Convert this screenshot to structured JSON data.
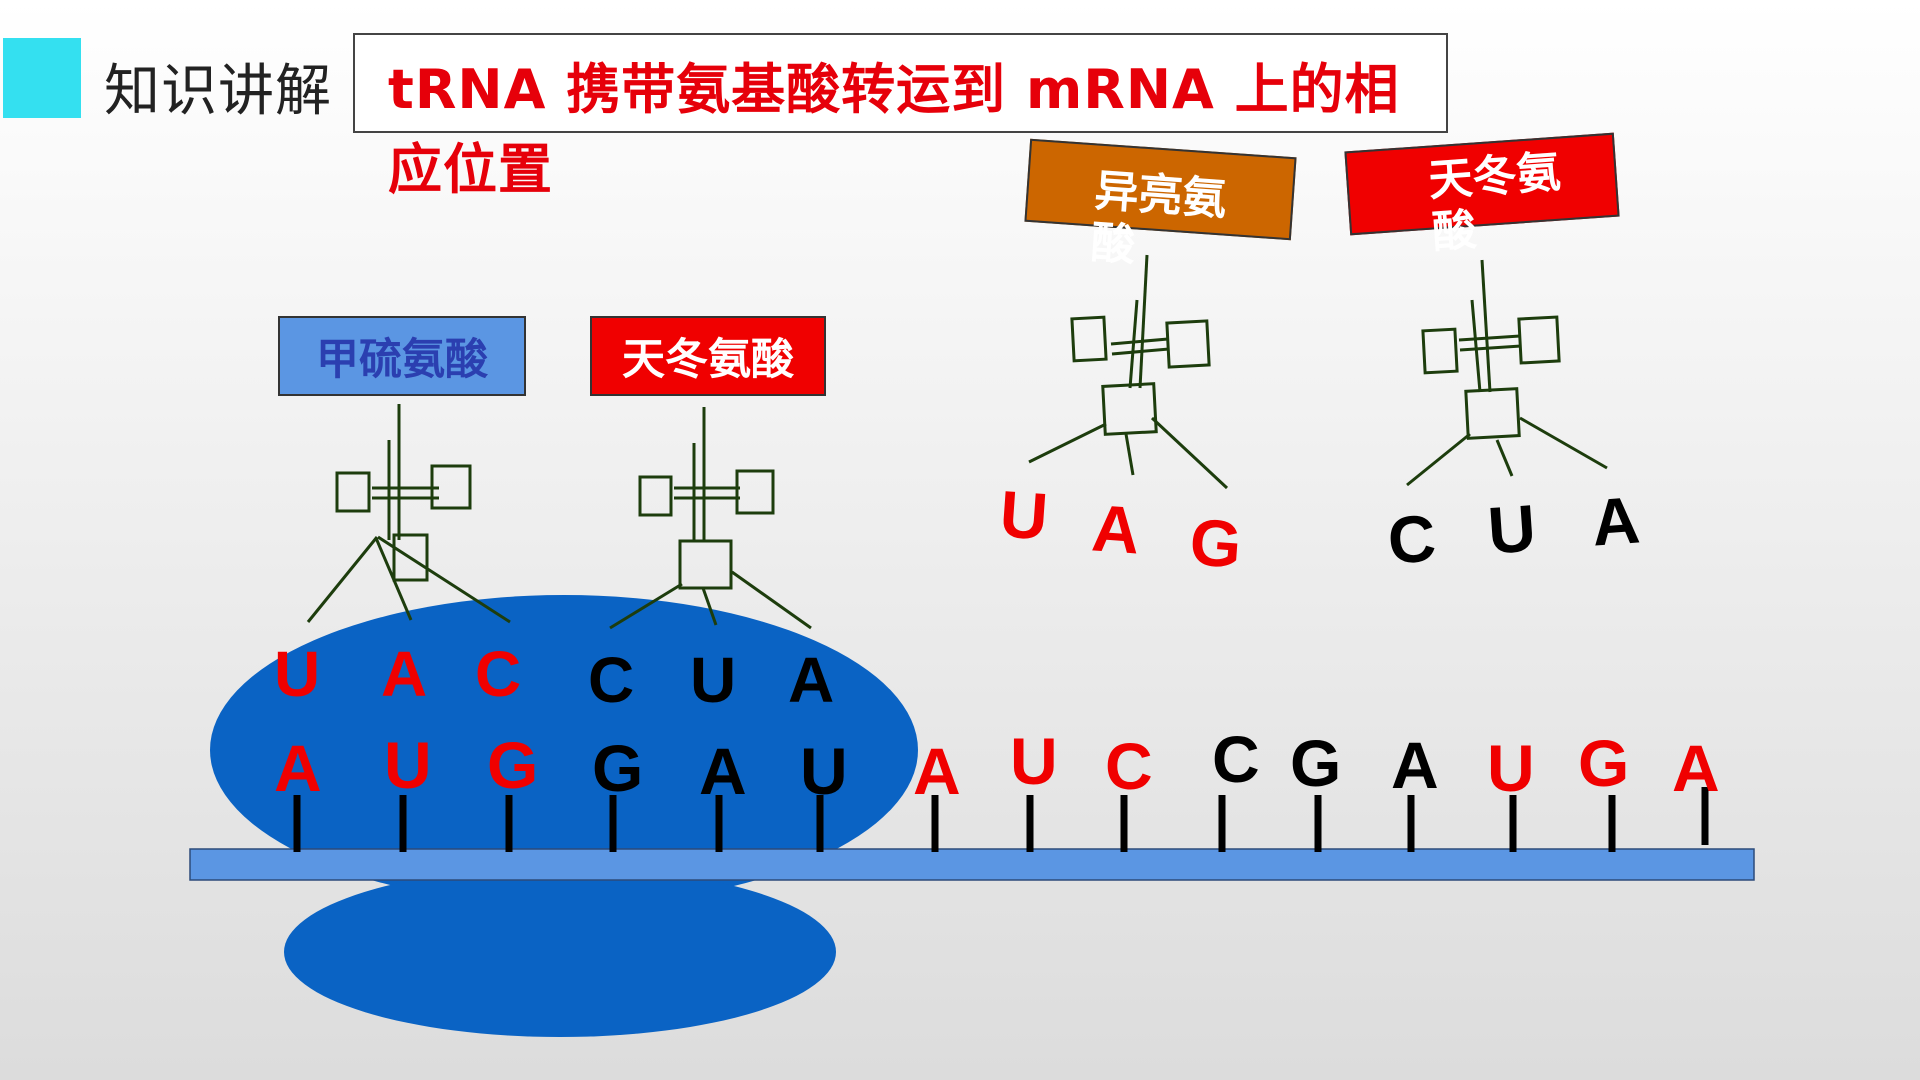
{
  "header": {
    "section_label": "知识讲解",
    "title": "tRNA 携带氨基酸转运到 mRNA 上的相应位置"
  },
  "amino_acids": {
    "met": "甲硫氨酸",
    "asp_1": "天冬氨酸",
    "ile": "异亮氨酸",
    "asp_2": "天冬氨酸"
  },
  "anticodons": {
    "trna_1": [
      "U",
      "A",
      "C"
    ],
    "trna_2": [
      "C",
      "U",
      "A"
    ],
    "trna_3": [
      "U",
      "A",
      "G"
    ],
    "trna_4": [
      "C",
      "U",
      "A"
    ]
  },
  "mrna_bases": [
    "A",
    "U",
    "G",
    "G",
    "A",
    "U",
    "A",
    "U",
    "C",
    "C",
    "G",
    "A",
    "U",
    "G",
    "A"
  ],
  "colors": {
    "red": "#f00000",
    "black": "#000000",
    "ribosome": "#0a63c4",
    "strand": "#5b96e3",
    "met_box": "#5b96e3",
    "met_text": "#2b3fb0",
    "ile_box": "#cc6600",
    "asp_box": "#f00000",
    "trna_line": "#1d3d0d",
    "accent": "#34e0f0"
  }
}
